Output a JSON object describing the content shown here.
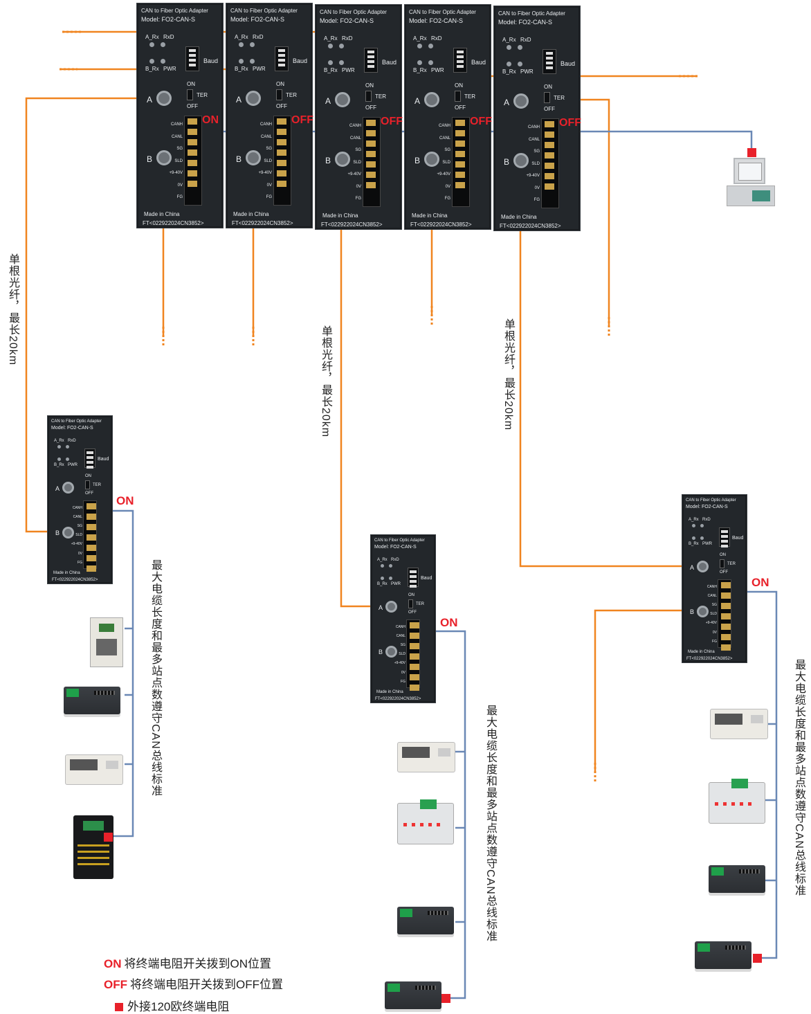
{
  "module": {
    "title": "CAN to Fiber Optic Adapter",
    "model": "Model: FO2-CAN-S",
    "led_a_rx": "A_Rx",
    "led_rxd": "RxD",
    "led_b_rx": "B_Rx",
    "led_pwr": "PWR",
    "baud": "Baud",
    "port_a": "A",
    "port_b": "B",
    "ter_on": "ON",
    "ter": "TER",
    "ter_off": "OFF",
    "pins": [
      "CANH",
      "CANL",
      "SG",
      "SLD",
      "+9-40V",
      "0V",
      "FG"
    ],
    "made_in": "Made in China",
    "serial": "FT<022922024CN3852>"
  },
  "top_rack_terminators": [
    "ON",
    "OFF",
    "OFF",
    "OFF",
    "OFF"
  ],
  "remote_terminators": [
    "ON",
    "ON",
    "ON"
  ],
  "fiber_labels": [
    "单根光纤，最长20km",
    "单根光纤，最长20km",
    "单根光纤，最长20km"
  ],
  "bus_labels": [
    "最大电缆长度和最多站点数遵守CAN总线标准",
    "最大电缆长度和最多站点数遵守CAN总线标准",
    "最大电缆长度和最多站点数遵守CAN总线标准"
  ],
  "legend": {
    "on_key": "ON",
    "on_text": "将终端电阻开关拨到ON位置",
    "off_key": "OFF",
    "off_text": "将终端电阻开关拨到OFF位置",
    "resistor_text": "外接120欧终端电阻"
  },
  "colors": {
    "fiber": "#f0841f",
    "can_bus": "#6a88b5",
    "terminator": "#e8212a",
    "module_body": "#23272b"
  }
}
